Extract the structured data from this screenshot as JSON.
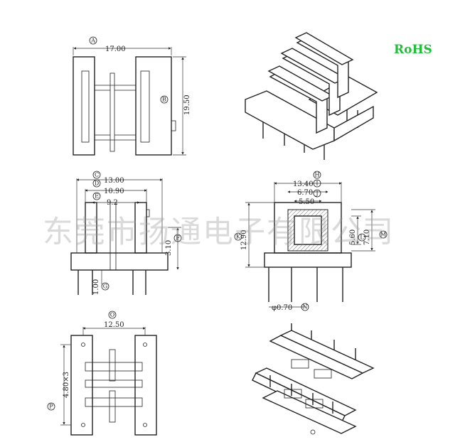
{
  "badge": {
    "text": "RoHS",
    "color": "#1fbf3a"
  },
  "watermark": "东莞市扬通电子有限公司",
  "callouts": {
    "A": "A",
    "B": "B",
    "C": "C",
    "D": "D",
    "E": "E",
    "F": "F",
    "G": "G",
    "H": "H",
    "I": "I",
    "J": "J",
    "K": "K",
    "L": "L",
    "M": "M",
    "N": "N",
    "O": "O",
    "P": "P"
  },
  "dimensions": {
    "top_width": "17.00",
    "top_height": "19.50",
    "front_w1": "13.00",
    "front_w2": "10.90",
    "front_w3": "9.2",
    "front_h": "3.10",
    "front_pin": "1.00",
    "side_w1": "13.40",
    "side_w2": "6.70",
    "side_w3": "5.50",
    "side_h1": "12.90",
    "side_h2": "5.60",
    "side_h3": "7.10",
    "pin_dia": "φ0.70",
    "bottom_w": "12.50",
    "pin_pitch": "4.80×3"
  }
}
